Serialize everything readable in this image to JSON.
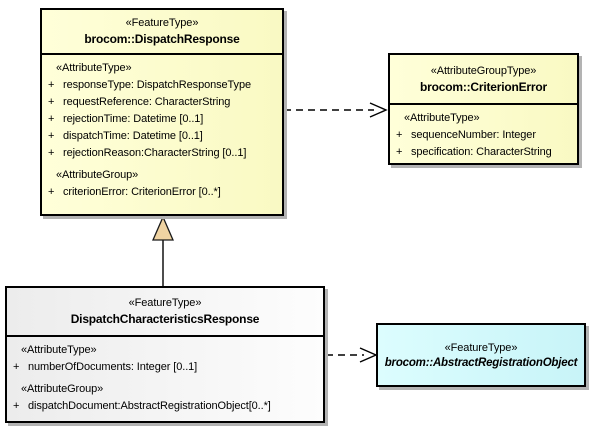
{
  "diagram": {
    "type": "uml-class-diagram",
    "colors": {
      "class_yellow": "#f9f9c3",
      "class_gray": "#ececec",
      "class_cyan": "#c8f4f8",
      "generalization_triangle_fill": "#efd3a2",
      "line_color": "#000000",
      "shadow": "#b3b3b3"
    },
    "boxes": {
      "dispatchResponse": {
        "stereotype": "«FeatureType»",
        "name": "brocom::DispatchResponse",
        "attrHeading": "«AttributeType»",
        "attrs": [
          {
            "vis": "+",
            "text": "responseType: DispatchResponseType"
          },
          {
            "vis": "+",
            "text": "requestReference: CharacterString"
          },
          {
            "vis": "+",
            "text": "rejectionTime: Datetime [0..1]"
          },
          {
            "vis": "+",
            "text": "dispatchTime: Datetime [0..1]"
          },
          {
            "vis": "+",
            "text": "rejectionReason:CharacterString [0..1]"
          }
        ],
        "groupHeading": "«AttributeGroup»",
        "groupAttrs": [
          {
            "vis": "+",
            "text": "criterionError: CriterionError [0..*]"
          }
        ]
      },
      "criterionError": {
        "stereotype": "«AttributeGroupType»",
        "name": "brocom::CriterionError",
        "attrHeading": "«AttributeType»",
        "attrs": [
          {
            "vis": "+",
            "text": "sequenceNumber: Integer"
          },
          {
            "vis": "+",
            "text": "specification: CharacterString"
          }
        ]
      },
      "dispatchCharacteristicsResponse": {
        "stereotype": "«FeatureType»",
        "name": "DispatchCharacteristicsResponse",
        "attrHeading": "«AttributeType»",
        "attrs": [
          {
            "vis": "+",
            "text": "numberOfDocuments: Integer [0..1]"
          }
        ],
        "groupHeading": "«AttributeGroup»",
        "groupAttrs": [
          {
            "vis": "+",
            "text": "dispatchDocument:AbstractRegistrationObject[0..*]"
          }
        ]
      },
      "abstractRegistrationObject": {
        "stereotype": "«FeatureType»",
        "name": "brocom::AbstractRegistrationObject"
      }
    },
    "connectors": [
      {
        "type": "dependency",
        "style": "dashed-open-arrow",
        "from": "brocom::DispatchResponse",
        "to": "brocom::CriterionError"
      },
      {
        "type": "generalization",
        "style": "solid-triangle",
        "from": "DispatchCharacteristicsResponse",
        "to": "brocom::DispatchResponse"
      },
      {
        "type": "dependency",
        "style": "dashed-open-arrow",
        "from": "DispatchCharacteristicsResponse",
        "to": "brocom::AbstractRegistrationObject"
      }
    ]
  }
}
